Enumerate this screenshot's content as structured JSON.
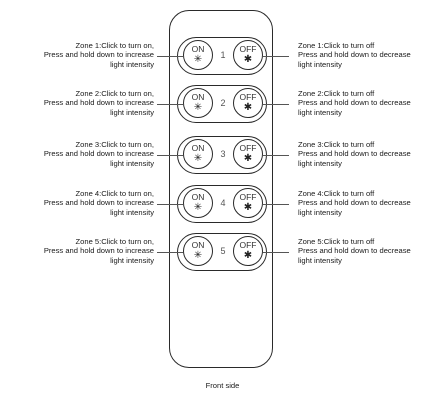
{
  "buttons": {
    "on_label": "ON",
    "off_label": "OFF",
    "on_icon": "✳",
    "off_icon": "✱"
  },
  "icons": {
    "on": "sun-large-icon",
    "off": "sun-small-icon"
  },
  "zones": [
    {
      "number": "1",
      "left": [
        "Zone 1:Click to turn on,",
        "Press and hold down to increase",
        "light intensity"
      ],
      "right": [
        "Zone 1:Click to turn off",
        "Press and hold down to decrease",
        "light intensity"
      ]
    },
    {
      "number": "2",
      "left": [
        "Zone 2:Click to turn on,",
        "Press and hold down to increase",
        "light intensity"
      ],
      "right": [
        "Zone 2:Click to turn off",
        "Press and hold down to decrease",
        "light intensity"
      ]
    },
    {
      "number": "3",
      "left": [
        "Zone 3:Click to turn on,",
        "Press and hold down to increase",
        "light intensity"
      ],
      "right": [
        "Zone 3:Click to turn off",
        "Press and hold down to decrease",
        "light intensity"
      ]
    },
    {
      "number": "4",
      "left": [
        "Zone 4:Click to turn on,",
        "Press and hold down to increase",
        "light intensity"
      ],
      "right": [
        "Zone 4:Click to turn off",
        "Press and hold down to decrease",
        "light intensity"
      ]
    },
    {
      "number": "5",
      "left": [
        "Zone 5:Click to turn on,",
        "Press and hold down to increase",
        "light intensity"
      ],
      "right": [
        "Zone 5:Click to turn off",
        "Press and hold down to decrease",
        "light intensity"
      ]
    }
  ],
  "caption": "Front side"
}
